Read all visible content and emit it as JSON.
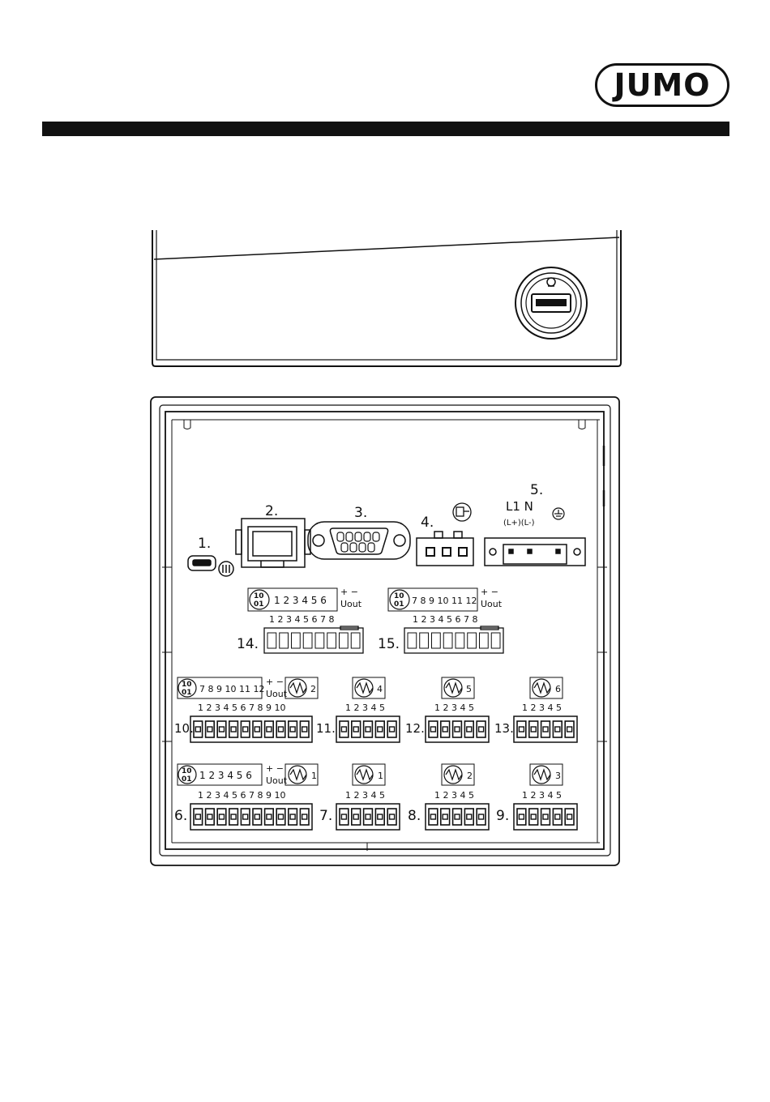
{
  "brand": {
    "logo_text": "JUMO"
  },
  "connectors": {
    "c1": "1.",
    "c2": "2.",
    "c3": "3.",
    "c4": "4.",
    "c5": "5.",
    "c6": "6.",
    "c7": "7.",
    "c8": "8.",
    "c9": "9.",
    "c10": "10.",
    "c11": "11.",
    "c12": "12.",
    "c13": "13.",
    "c14": "14.",
    "c15": "15."
  },
  "power": {
    "l1n": "L1 N",
    "lplus": "(L+)(L-)"
  },
  "labels": {
    "digital": "10\n01",
    "u_out": "Uout",
    "plus_minus": "+ −",
    "seq_1_6": "1 2 3 4 5 6",
    "seq_7_12": "7 8 9 10 11 12",
    "pins_8": "1 2 3 4 5 6 7 8",
    "pins_10": "1 2 3 4 5 6 7 8 9 10",
    "pins_5": "1 2 3 4 5",
    "relay_nums": {
      "r10": "2",
      "r11": "4",
      "r12": "5",
      "r13": "6",
      "r6": "1",
      "r7": "1",
      "r8": "2",
      "r9": "3"
    }
  }
}
